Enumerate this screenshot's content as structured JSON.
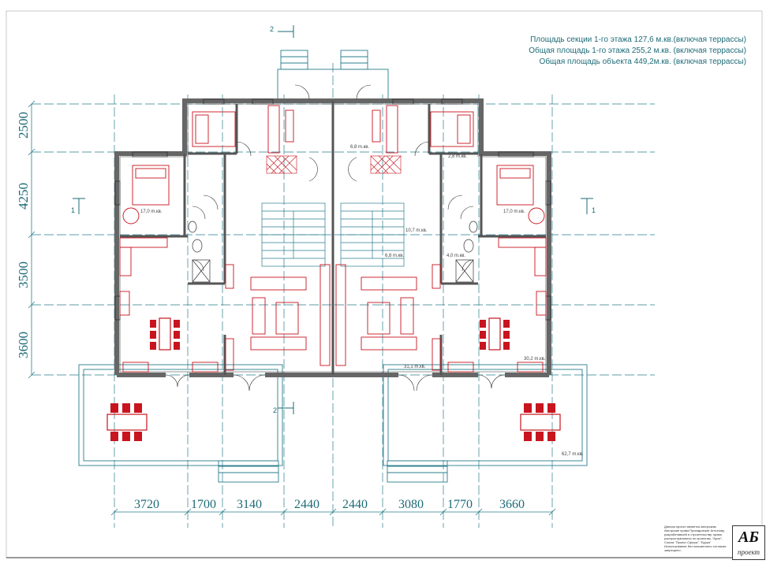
{
  "notes": {
    "line1": "Площадь  секции 1-го этажа 127,6 м.кв.(включая террассы)",
    "line2": "Общая площадь 1-го этажа 255,2 м.кв. (включая террассы)",
    "line3": "Общая площадь объекта 449,2м.кв. (включая террассы)"
  },
  "vertical_dimensions": [
    "2500",
    "4250",
    "3500",
    "3600"
  ],
  "horizontal_dimensions": [
    "3720",
    "1700",
    "3140",
    "2440",
    "2440",
    "3080",
    "1770",
    "3660"
  ],
  "section_marks": {
    "top": "2",
    "bottom": "2",
    "left": "1",
    "right": "1"
  },
  "room_areas": {
    "hall_top": "6,8 m.кв.",
    "bath_top_right": "2,8 m.кв.",
    "bedroom_left": "17,0 m.кв.",
    "bedroom_right": "17,0 m.кв.",
    "stair": "10,7 m.кв.",
    "corridor": "6,8 m.кв.",
    "wc_right": "4,0 m.кв.",
    "living": "31,1 m.кв.",
    "kitchen_right": "30,2 m.кв.",
    "terrace": "62,7 m.кв."
  },
  "stamp": {
    "text": "Данная проект является авторским. Авторские права Принадлежат Антонову, разработавшей и строительству, права распространяются по проектам, \"Архи\", Союза \"Проект-Сфера\", \"Бурка\" Использование без письменного согласия запрещено.",
    "logo": "АБ",
    "logo_sub": "проект"
  },
  "colors": {
    "grid": "#2a7d8c",
    "walls": "#666666",
    "furniture": "#c8141e",
    "lines": "#333333"
  }
}
